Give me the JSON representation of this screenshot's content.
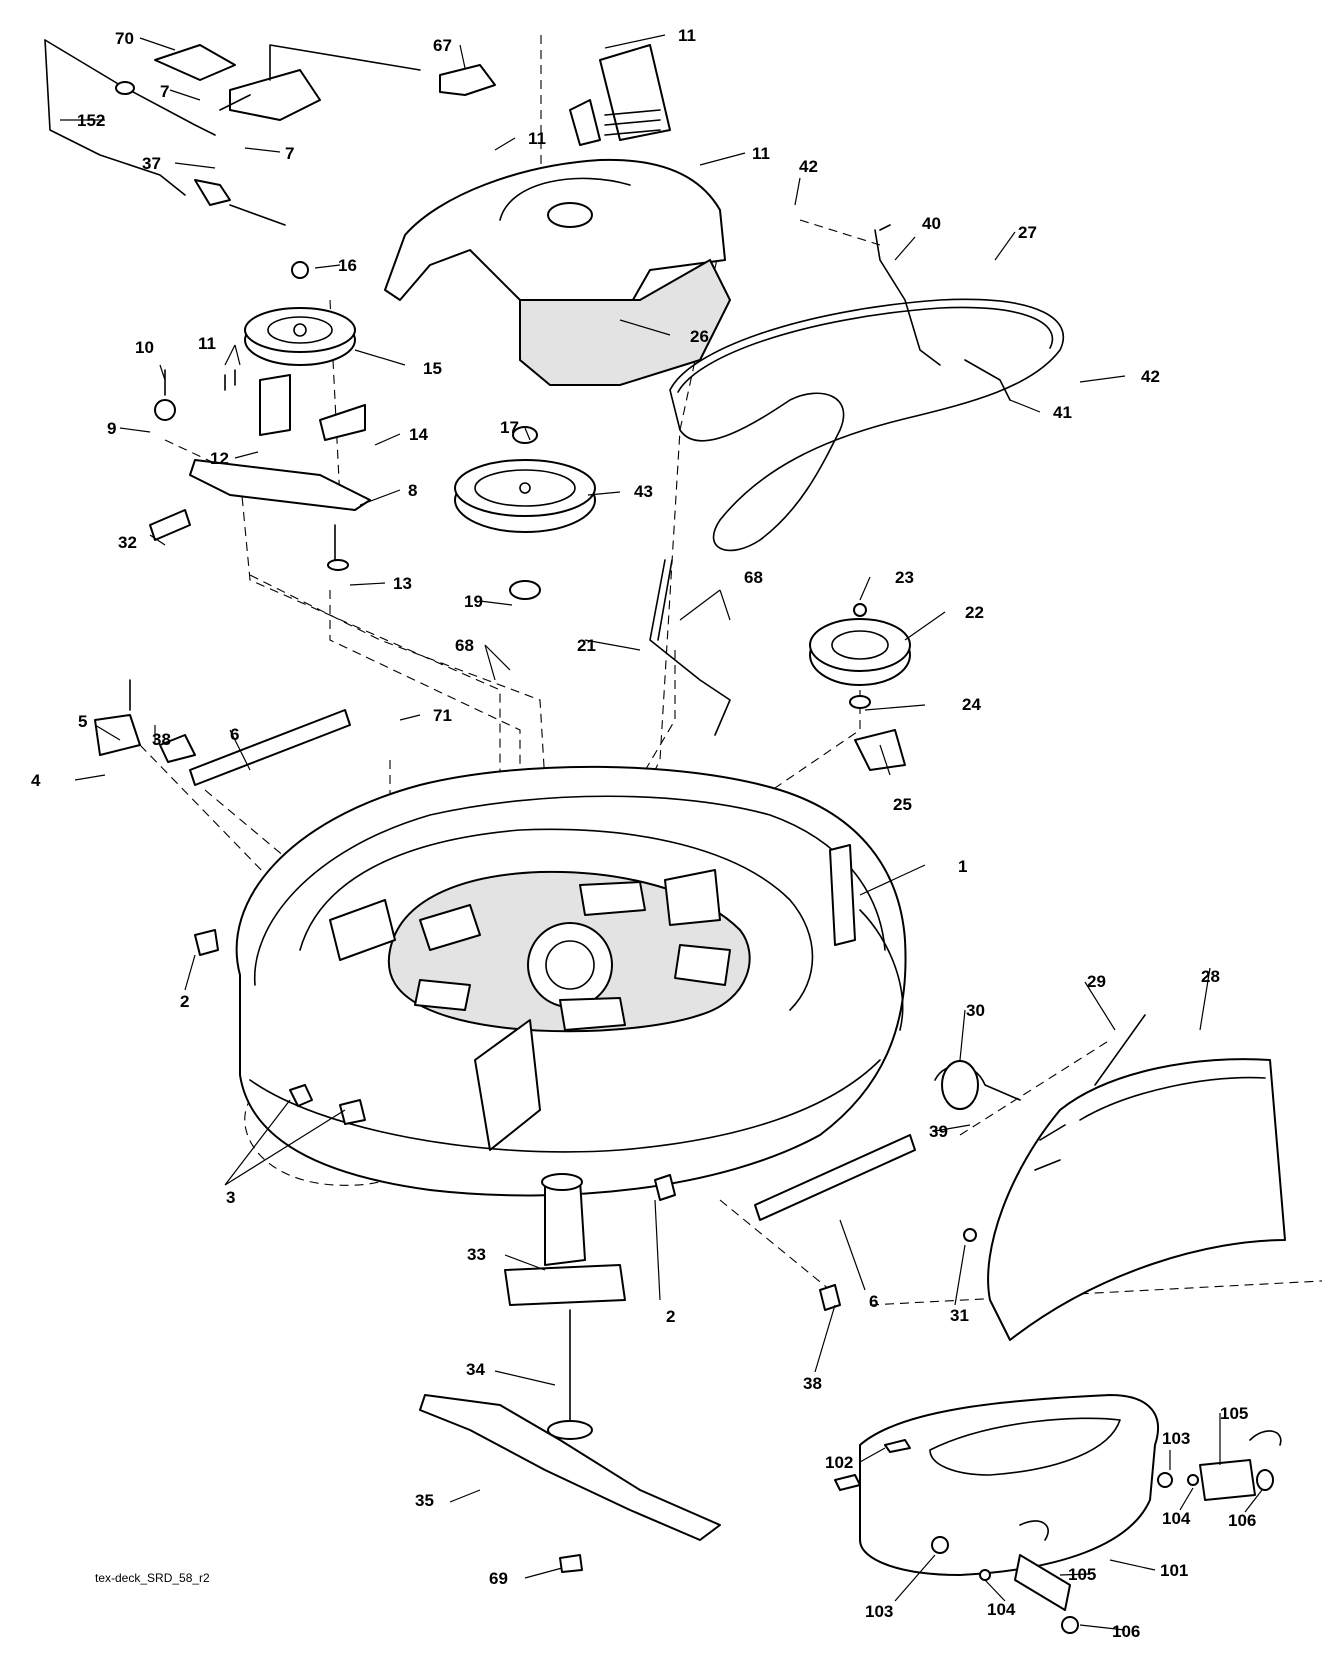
{
  "diagram": {
    "footer_code": "tex-deck_SRD_58_r2",
    "callouts": {
      "c70": "70",
      "c67": "67",
      "c11a": "11",
      "c7a": "7",
      "c152": "152",
      "c11b": "11",
      "c7b": "7",
      "c11c": "11",
      "c42a": "42",
      "c37": "37",
      "c16": "16",
      "c40": "40",
      "c27": "27",
      "c10": "10",
      "c11d": "11",
      "c15": "15",
      "c26": "26",
      "c42b": "42",
      "c9": "9",
      "c17": "17",
      "c14": "14",
      "c41": "41",
      "c12": "12",
      "c43": "43",
      "c8": "8",
      "c32": "32",
      "c13": "13",
      "c68a": "68",
      "c19": "19",
      "c23": "23",
      "c22": "22",
      "c21": "21",
      "c68b": "68",
      "c5": "5",
      "c38a": "38",
      "c6a": "6",
      "c71": "71",
      "c24": "24",
      "c4": "4",
      "c25": "25",
      "c1": "1",
      "c2a": "2",
      "c28": "28",
      "c29": "29",
      "c30": "30",
      "c39": "39",
      "c3": "3",
      "c33": "33",
      "c2b": "2",
      "c6b": "6",
      "c31": "31",
      "c38b": "38",
      "c34": "34",
      "c105a": "105",
      "c102": "102",
      "c103a": "103",
      "c35": "35",
      "c104a": "104",
      "c106a": "106",
      "c101": "101",
      "c69": "69",
      "c105b": "105",
      "c106b": "106",
      "c103b": "103",
      "c104b": "104"
    }
  }
}
